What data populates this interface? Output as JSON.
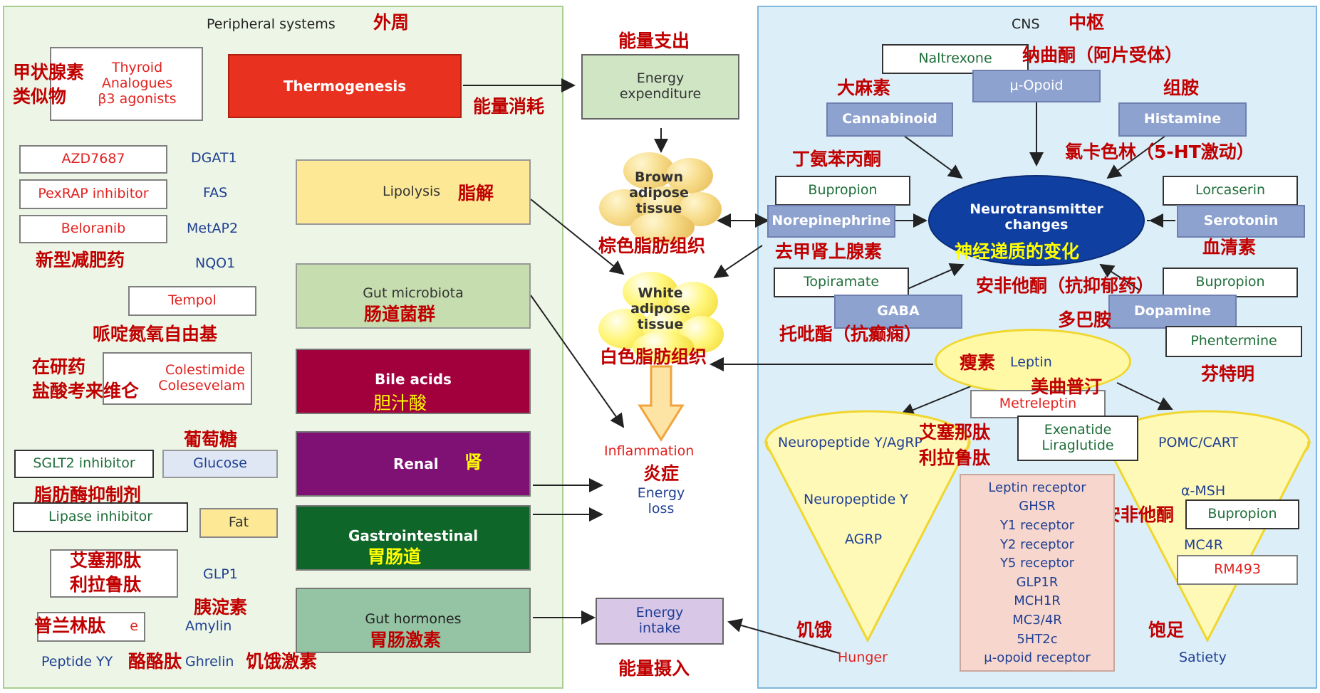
{
  "peripheral": {
    "title_en": "Peripheral systems",
    "title_zh": "外周",
    "thyroid": {
      "zh1": "甲状腺素",
      "zh2": "类似物",
      "line1": "Thyroid",
      "line2": "Analogues",
      "line3": "β3 agonists"
    },
    "thermogenesis": "Thermogenesis",
    "energy_consumption_zh": "能量消耗",
    "drugs": [
      {
        "name": "AZD7687",
        "target": "DGAT1"
      },
      {
        "name": "PexRAP inhibitor",
        "target": "FAS"
      },
      {
        "name": "Beloranib",
        "target": "MetAP2"
      }
    ],
    "nqo1": "NQO1",
    "new_drugs_zh": "新型减肥药",
    "tempol": "Tempol",
    "tempol_zh": "哌啶氮氧自由基",
    "in_dev_zh": "在研药",
    "colesevelam_zh": "盐酸考来维仑",
    "colestimide": "Colestimide",
    "colesevelam": "Colesevelam",
    "lipolysis": "Lipolysis",
    "lipolysis_zh": "脂解",
    "gut_microbiota": "Gut microbiota",
    "gut_microbiota_zh": "肠道菌群",
    "bile_acids": "Bile acids",
    "bile_acids_zh": "胆汁酸",
    "renal": "Renal",
    "renal_zh": "肾",
    "gastrointestinal": "Gastrointestinal",
    "gastrointestinal_zh": "胃肠道",
    "gut_hormones": "Gut hormones",
    "gut_hormones_zh": "胃肠激素",
    "sglt2": "SGLT2 inhibitor",
    "glucose": "Glucose",
    "glucose_zh": "葡萄糖",
    "lipase_zh": "脂肪酶抑制剂",
    "lipase": "Lipase inhibitor",
    "fat": "Fat",
    "exenatide_zh": "艾塞那肽",
    "liraglutide_zh": "利拉鲁肽",
    "glp1": "GLP1",
    "amylin_zh": "胰淀素",
    "amylin": "Amylin",
    "pramlintide_zh": "普兰林肽",
    "pramlintide_fragment": "e",
    "peptide_yy": "Peptide YY",
    "peptide_yy_zh": "酪酪肽",
    "ghrelin": "Ghrelin",
    "ghrelin_zh": "饥饿激素"
  },
  "middle": {
    "energy_expenditure_zh": "能量支出",
    "energy_expenditure": "Energy expenditure",
    "brown_adipose": "Brown adipose tissue",
    "brown_adipose_zh": "棕色脂肪组织",
    "white_adipose": "White adipose tissue",
    "white_adipose_zh": "白色脂肪组织",
    "inflammation": "Inflammation",
    "inflammation_zh": "炎症",
    "energy_loss": "Energy loss",
    "energy_intake": "Energy intake",
    "energy_intake_zh": "能量摄入"
  },
  "cns": {
    "title_en": "CNS",
    "title_zh": "中枢",
    "naltrexone": "Naltrexone",
    "naltrexone_zh": "纳曲酮（阿片受体）",
    "mu_opioid": "μ-Opoid",
    "cannabinoid_zh": "大麻素",
    "cannabinoid": "Cannabinoid",
    "histamine_zh": "组胺",
    "histamine": "Histamine",
    "lorcaserin_zh": "氯卡色林（5-HT激动）",
    "bupropion_zh": "丁氨苯丙酮",
    "bupropion": "Bupropion",
    "norepinephrine": "Norepinephrine",
    "norepinephrine_zh": "去甲肾上腺素",
    "neurotransmitter": "Neurotransmitter changes",
    "neurotransmitter_zh": "神经递质的变化",
    "lorcaserin": "Lorcaserin",
    "serotonin": "Serotonin",
    "serotonin_zh": "血清素",
    "topiramate": "Topiramate",
    "topiramate_zh": "托吡酯（抗癫痫）",
    "gaba": "GABA",
    "dopamine": "Dopamine",
    "dopamine_zh": "多巴胺",
    "amfebutamone_zh": "安非他酮（抗抑郁药）",
    "phentermine": "Phentermine",
    "phentermine_zh": "芬特明",
    "leptin": "Leptin",
    "leptin_zh": "瘦素",
    "metreleptin": "Metreleptin",
    "metreleptin_zh": "美曲普汀",
    "exenatide": "Exenatide",
    "liraglutide": "Liraglutide",
    "exenatide_zh": "艾塞那肽",
    "liraglutide_zh": "利拉鲁肽",
    "npy_agrp_top": "Neuropeptide Y/AgRP",
    "npy": "Neuropeptide Y",
    "agrp": "AGRP",
    "pomc": "POMC/CART",
    "amsh": "α-MSH",
    "mc4r": "MC4R",
    "rm493": "RM493",
    "amfebutamone_short_zh": "安非他酮",
    "receptors": [
      "Leptin receptor",
      "GHSR",
      "Y1 receptor",
      "Y2 receptor",
      "Y5 receptor",
      "GLP1R",
      "MCH1R",
      "MC3/4R",
      "5HT2c",
      "μ-opoid receptor"
    ],
    "hunger": "Hunger",
    "hunger_zh": "饥饿",
    "satiety": "Satiety",
    "satiety_zh": "饱足"
  }
}
